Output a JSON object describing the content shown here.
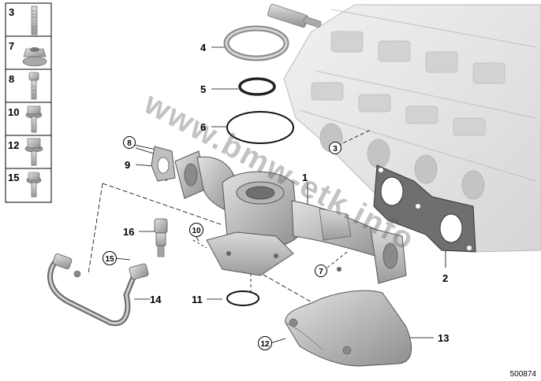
{
  "side_panel": {
    "items": [
      {
        "number": "3"
      },
      {
        "number": "7"
      },
      {
        "number": "8"
      },
      {
        "number": "10"
      },
      {
        "number": "12"
      },
      {
        "number": "15"
      }
    ]
  },
  "callouts": {
    "c1": "1",
    "c2": "2",
    "c3": "3",
    "c4": "4",
    "c5": "5",
    "c6": "6",
    "c7": "7",
    "c8": "8",
    "c9": "9",
    "c10": "10",
    "c11": "11",
    "c12": "12",
    "c13": "13",
    "c14": "14",
    "c15": "15",
    "c16": "16"
  },
  "watermark": "www.bmw-etk.info",
  "reference_number": "500874",
  "colors": {
    "part_fill": "#c9c9c9",
    "part_dark": "#9a9a9a",
    "engine_fill": "#e6e6e6",
    "line": "#000000"
  }
}
